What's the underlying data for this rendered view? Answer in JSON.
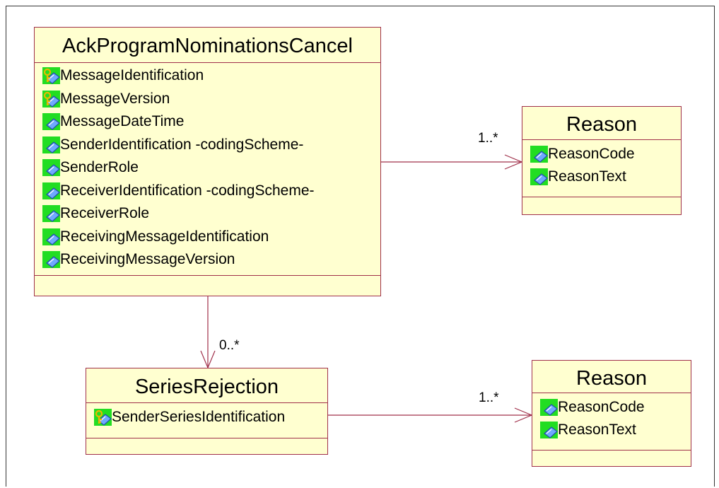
{
  "classes": {
    "ack": {
      "name": "AckProgramNominationsCancel",
      "attributes": [
        {
          "label": "MessageIdentification",
          "icon": "key-attribute-icon"
        },
        {
          "label": "MessageVersion",
          "icon": "key-attribute-icon"
        },
        {
          "label": "MessageDateTime",
          "icon": "attribute-icon"
        },
        {
          "label": "SenderIdentification -codingScheme-",
          "icon": "attribute-icon"
        },
        {
          "label": "SenderRole",
          "icon": "attribute-icon"
        },
        {
          "label": "ReceiverIdentification -codingScheme-",
          "icon": "attribute-icon"
        },
        {
          "label": "ReceiverRole",
          "icon": "attribute-icon"
        },
        {
          "label": "ReceivingMessageIdentification",
          "icon": "attribute-icon"
        },
        {
          "label": "ReceivingMessageVersion",
          "icon": "attribute-icon"
        }
      ]
    },
    "reason1": {
      "name": "Reason",
      "attributes": [
        {
          "label": "ReasonCode",
          "icon": "attribute-icon"
        },
        {
          "label": "ReasonText",
          "icon": "attribute-icon"
        }
      ]
    },
    "series": {
      "name": "SeriesRejection",
      "attributes": [
        {
          "label": "SenderSeriesIdentification",
          "icon": "key-attribute-icon"
        }
      ]
    },
    "reason2": {
      "name": "Reason",
      "attributes": [
        {
          "label": "ReasonCode",
          "icon": "attribute-icon"
        },
        {
          "label": "ReasonText",
          "icon": "attribute-icon"
        }
      ]
    }
  },
  "associations": {
    "ack_reason": {
      "multiplicity": "1..*"
    },
    "ack_series": {
      "multiplicity": "0..*"
    },
    "series_reason": {
      "multiplicity": "1..*"
    }
  },
  "colors": {
    "class_fill": "#ffffd0",
    "class_border": "#a0304a",
    "icon_bg": "#22dd22",
    "line": "#a0304a"
  }
}
